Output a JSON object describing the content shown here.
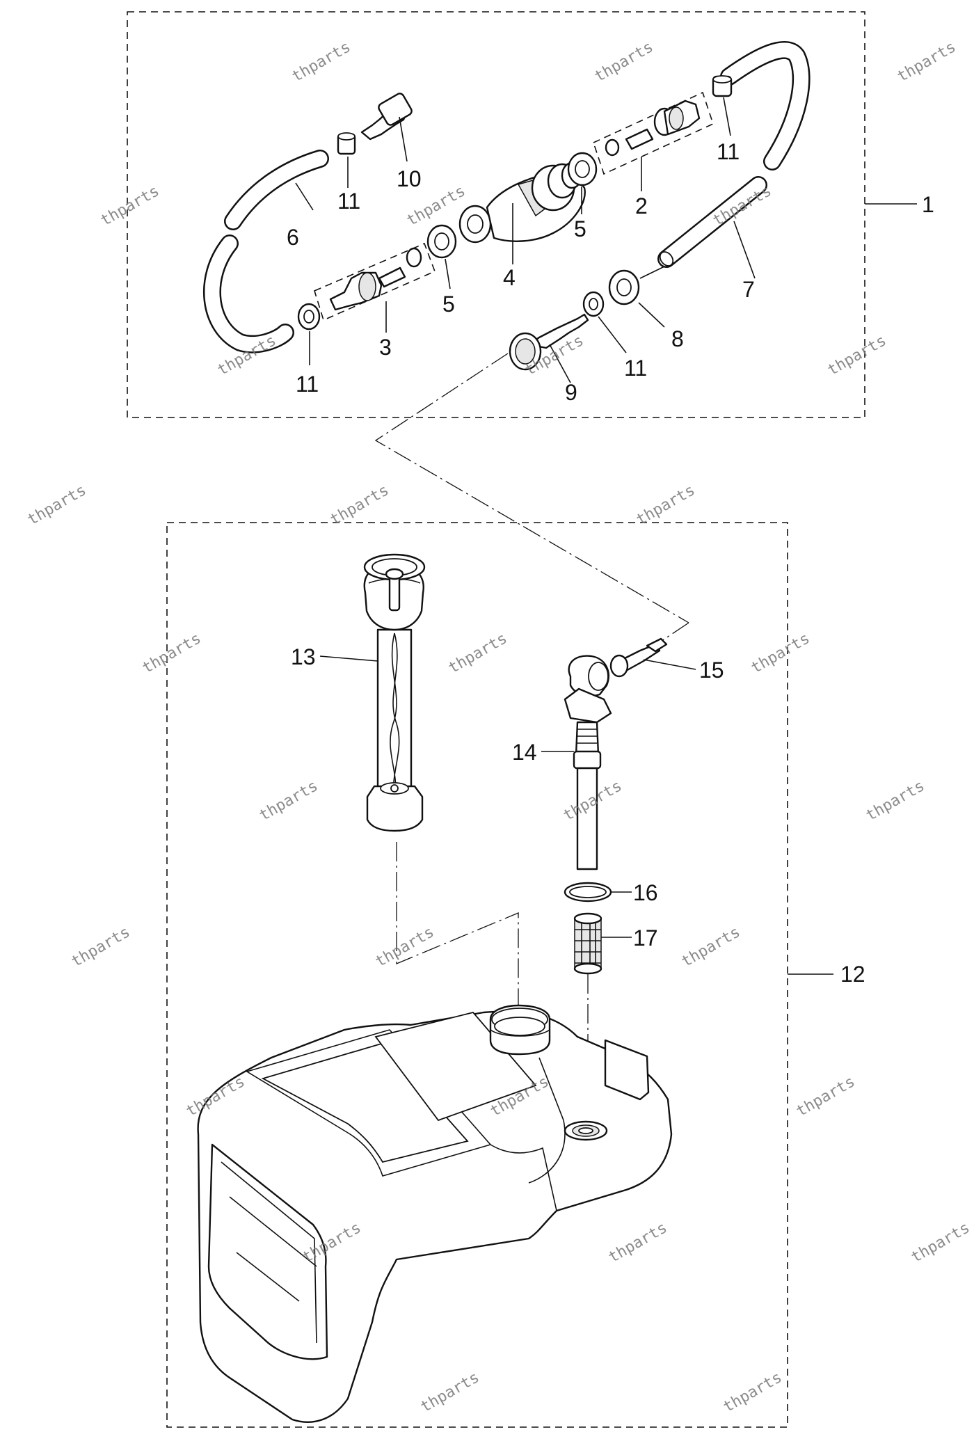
{
  "callouts": {
    "c1": "1",
    "c2": "2",
    "c3": "3",
    "c4": "4",
    "c5a": "5",
    "c5b": "5",
    "c6": "6",
    "c7": "7",
    "c8": "8",
    "c9": "9",
    "c10": "10",
    "c11a": "11",
    "c11b": "11",
    "c11c": "11",
    "c11d": "11",
    "c12": "12",
    "c13": "13",
    "c14": "14",
    "c15": "15",
    "c16": "16",
    "c17": "17"
  },
  "watermark": "thparts"
}
